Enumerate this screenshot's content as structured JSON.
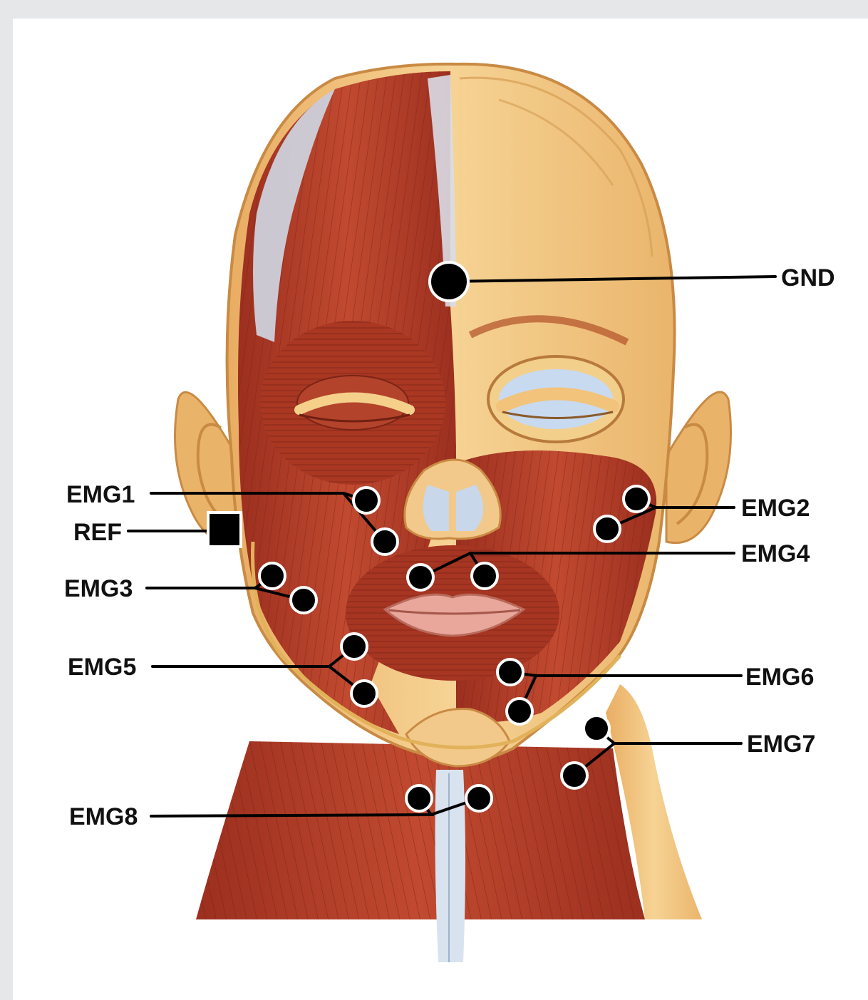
{
  "labels": {
    "gnd": "GND",
    "ref": "REF",
    "emg1": "EMG1",
    "emg2": "EMG2",
    "emg3": "EMG3",
    "emg4": "EMG4",
    "emg5": "EMG5",
    "emg6": "EMG6",
    "emg7": "EMG7",
    "emg8": "EMG8"
  },
  "colors": {
    "background": "#e6e7e9",
    "panel": "#ffffff",
    "muscle": "#b8412a",
    "muscle_dark": "#8e2a1a",
    "skin": "#f2c57a",
    "fascia": "#cfd8e6",
    "electrode": "#000000"
  },
  "image": {
    "subject": "anatomical-head-facial-muscles-illustration"
  }
}
